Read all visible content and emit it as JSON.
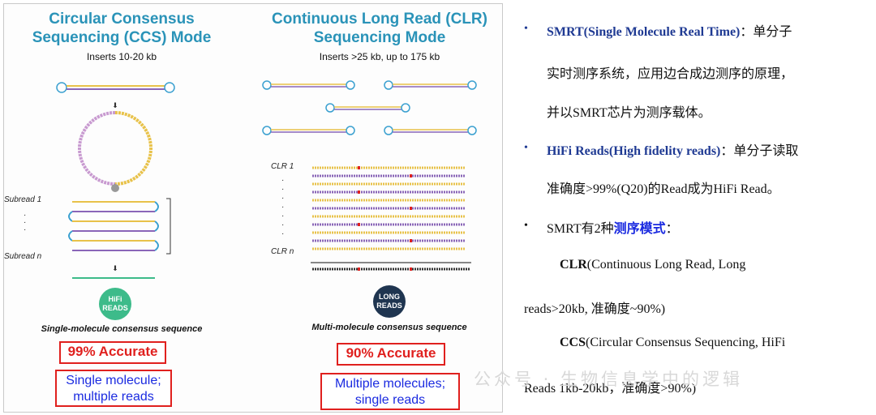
{
  "ccs": {
    "title_line1": "Circular Consensus",
    "title_line2": "Sequencing (CCS) Mode",
    "inserts": "Inserts 10-20 kb",
    "subread_first": "Subread 1",
    "subread_last": "Subread n",
    "badge_line1": "HiFi",
    "badge_line2": "READS",
    "caption": "Single-molecule consensus sequence",
    "accuracy": "99% Accurate",
    "desc_line1": "Single molecule;",
    "desc_line2": "multiple reads"
  },
  "clr": {
    "title_line1": "Continuous Long Read (CLR)",
    "title_line2": "Sequencing Mode",
    "inserts": "Inserts >25 kb, up to 175 kb",
    "read_first": "CLR 1",
    "read_last": "CLR n",
    "badge_line1": "LONG",
    "badge_line2": "READS",
    "caption": "Multi-molecule consensus sequence",
    "accuracy": "90% Accurate",
    "desc_line1": "Multiple molecules;",
    "desc_line2": "single reads"
  },
  "text": {
    "b1_term": "SMRT(Single Molecule Real Time)",
    "b1_rest": "：单分子",
    "b1_line2": "实时测序系统，应用边合成边测序的原理，",
    "b1_line3": "并以SMRT芯片为测序载体。",
    "b2_term": "HiFi Reads(High fidelity reads)",
    "b2_rest": "：单分子读取",
    "b2_line2": "准确度>99%(Q20)的Read成为HiFi Read。",
    "b3_prefix": "SMRT有2种",
    "b3_term": "测序模式",
    "b3_suffix": "：",
    "clr_term": "CLR",
    "clr_rest": "(Continuous Long Read, Long",
    "clr_line2": "reads>20kb, 准确度~90%)",
    "ccs_term": "CCS",
    "ccs_rest": "(Circular Consensus Sequencing, HiFi",
    "ccs_line2": "Reads 1kb-20kb，准确度>90%)"
  },
  "watermark": "公众号 · 生物信息学中的逻辑",
  "colors": {
    "title": "#2a93b8",
    "accuracy": "#e0201e",
    "desc": "#1a2ae0",
    "hifi_badge": "#3dbb8a",
    "long_badge": "#1f3550",
    "bullet_term": "#1f3a93"
  }
}
